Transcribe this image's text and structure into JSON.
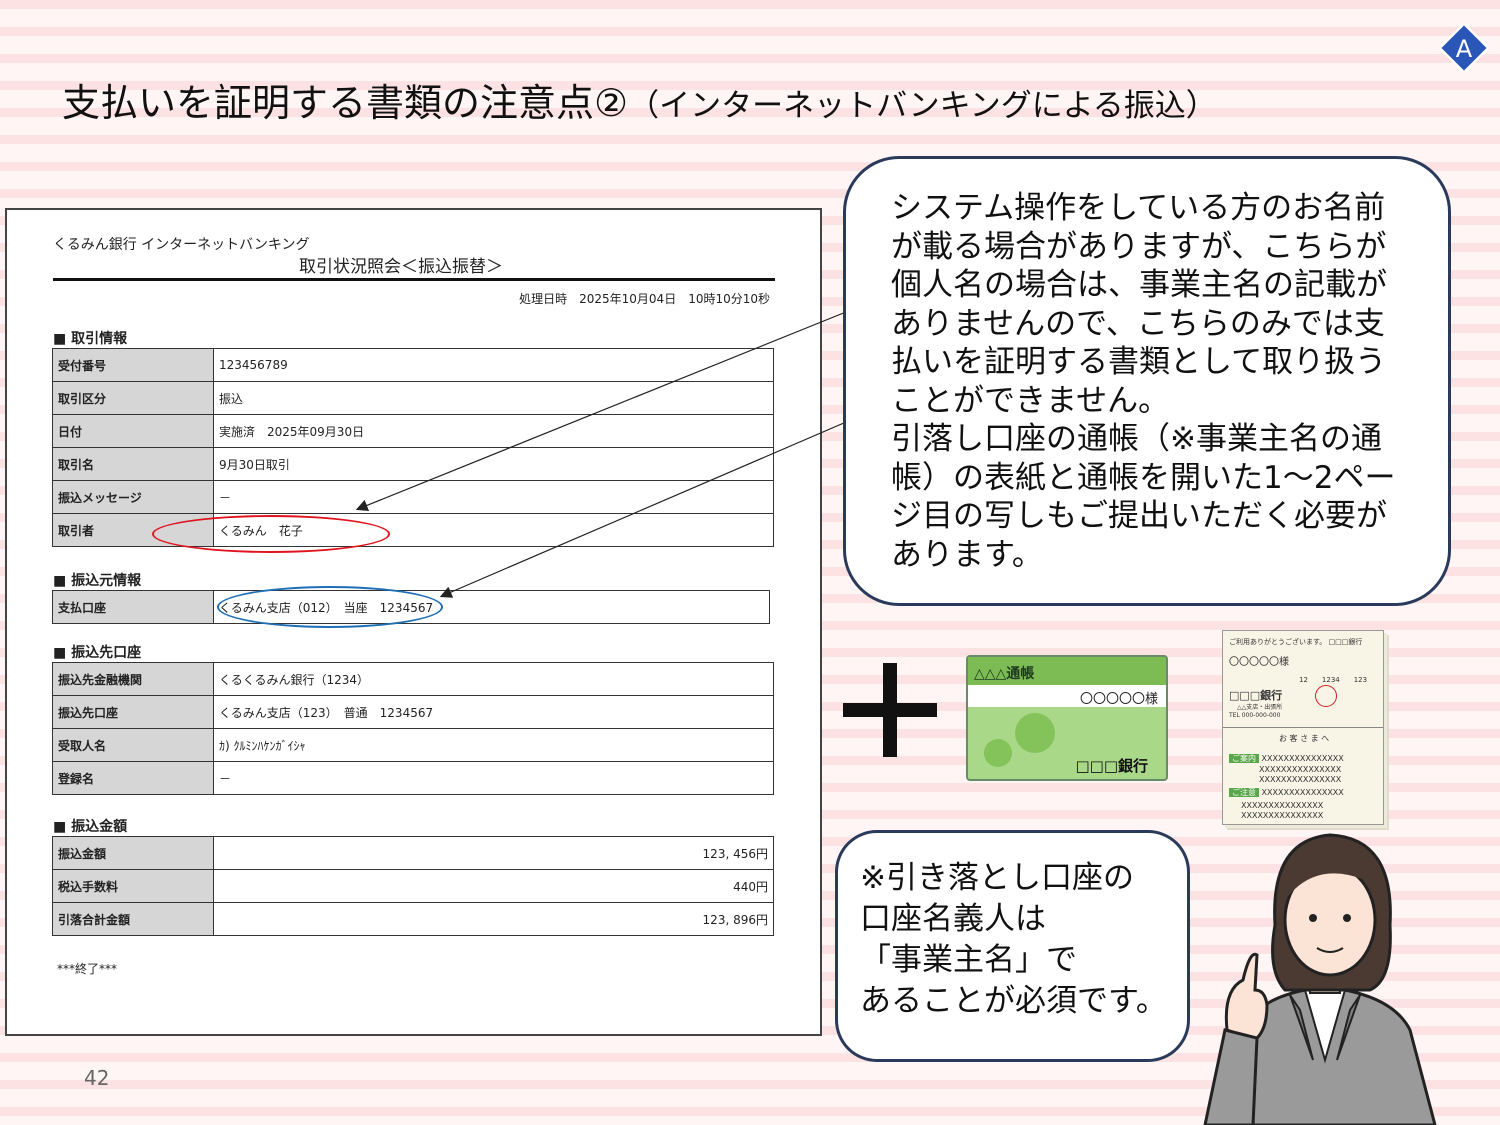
{
  "slide": {
    "title_main": "支払いを証明する書類の注意点②",
    "title_sub": "（インターネットバンキングによる振込）",
    "badge": "A",
    "page_number": "42"
  },
  "document": {
    "bank_header": "くるみん銀行 インターネットバンキング",
    "title": "取引状況照会＜振込振替＞",
    "timestamp": "処理日時　2025年10月04日　10時10分10秒",
    "sections": [
      {
        "heading": "■ 取引情報",
        "rows": [
          {
            "label": "受付番号",
            "value": "123456789"
          },
          {
            "label": "取引区分",
            "value": "振込"
          },
          {
            "label": "日付",
            "value": "実施済　2025年09月30日"
          },
          {
            "label": "取引名",
            "value": "9月30日取引"
          },
          {
            "label": "振込メッセージ",
            "value": "－"
          },
          {
            "label": "取引者",
            "value": "くるみん　花子"
          }
        ]
      },
      {
        "heading": "■ 振込元情報",
        "rows": [
          {
            "label": "支払口座",
            "value": "くるみん支店（012）　当座　1234567"
          }
        ]
      },
      {
        "heading": "■ 振込先口座",
        "rows": [
          {
            "label": "振込先金融機関",
            "value": "くるくるみん銀行（1234）"
          },
          {
            "label": "振込先口座",
            "value": "くるみん支店（123）　普通　1234567"
          },
          {
            "label": "受取人名",
            "value": "ｶ) ｸﾙﾐﾝﾊｹﾝｶﾞｲｼｬ"
          },
          {
            "label": "登録名",
            "value": "－"
          }
        ]
      },
      {
        "heading": "■ 振込金額",
        "rows": [
          {
            "label": "振込金額",
            "value": "123, 456円"
          },
          {
            "label": "税込手数料",
            "value": "440円"
          },
          {
            "label": "引落合計金額",
            "value": "123, 896円"
          }
        ]
      }
    ],
    "end_mark": "***終了***"
  },
  "callout_main": {
    "lines": [
      "システム操作をしている方のお名前",
      "が載る場合がありますが、こちらが",
      "個人名の場合は、事業主名の記載が",
      "ありませんので、こちらのみでは支",
      "払いを証明する書類として取り扱う",
      "ことができません。",
      "引落し口座の通帳（※事業主名の通",
      "帳）の表紙と通帳を開いた1～2ペー",
      "ジ目の写しもご提出いただく必要が",
      "あります。"
    ]
  },
  "callout_small": {
    "lines": [
      "※引き落とし口座の",
      "口座名義人は",
      "「事業主名」で",
      "あることが必須です。"
    ]
  },
  "passbook_cover": {
    "title": "△△△通帳",
    "holder": "〇〇〇〇〇様",
    "bank": "□□□銀行"
  },
  "passbook_open": {
    "header": "ご利用ありがとうございます。 □□□銀行",
    "holder": "〇〇〇〇〇様",
    "codes": "12　　1234　　123",
    "bank": "□□□銀行",
    "branch": "△△支店・出張所",
    "tel": "TEL 000-000-000",
    "notice": "お 客 さ ま へ",
    "tag1": "ご案内",
    "tag2": "ご注意",
    "xs": "XXXXXXXXXXXXXXX"
  },
  "colors": {
    "accent_red": "#e0141e",
    "accent_blue": "#1f6fb5",
    "badge_blue": "#2a56b8",
    "bubble_border": "#2a3a5a"
  }
}
